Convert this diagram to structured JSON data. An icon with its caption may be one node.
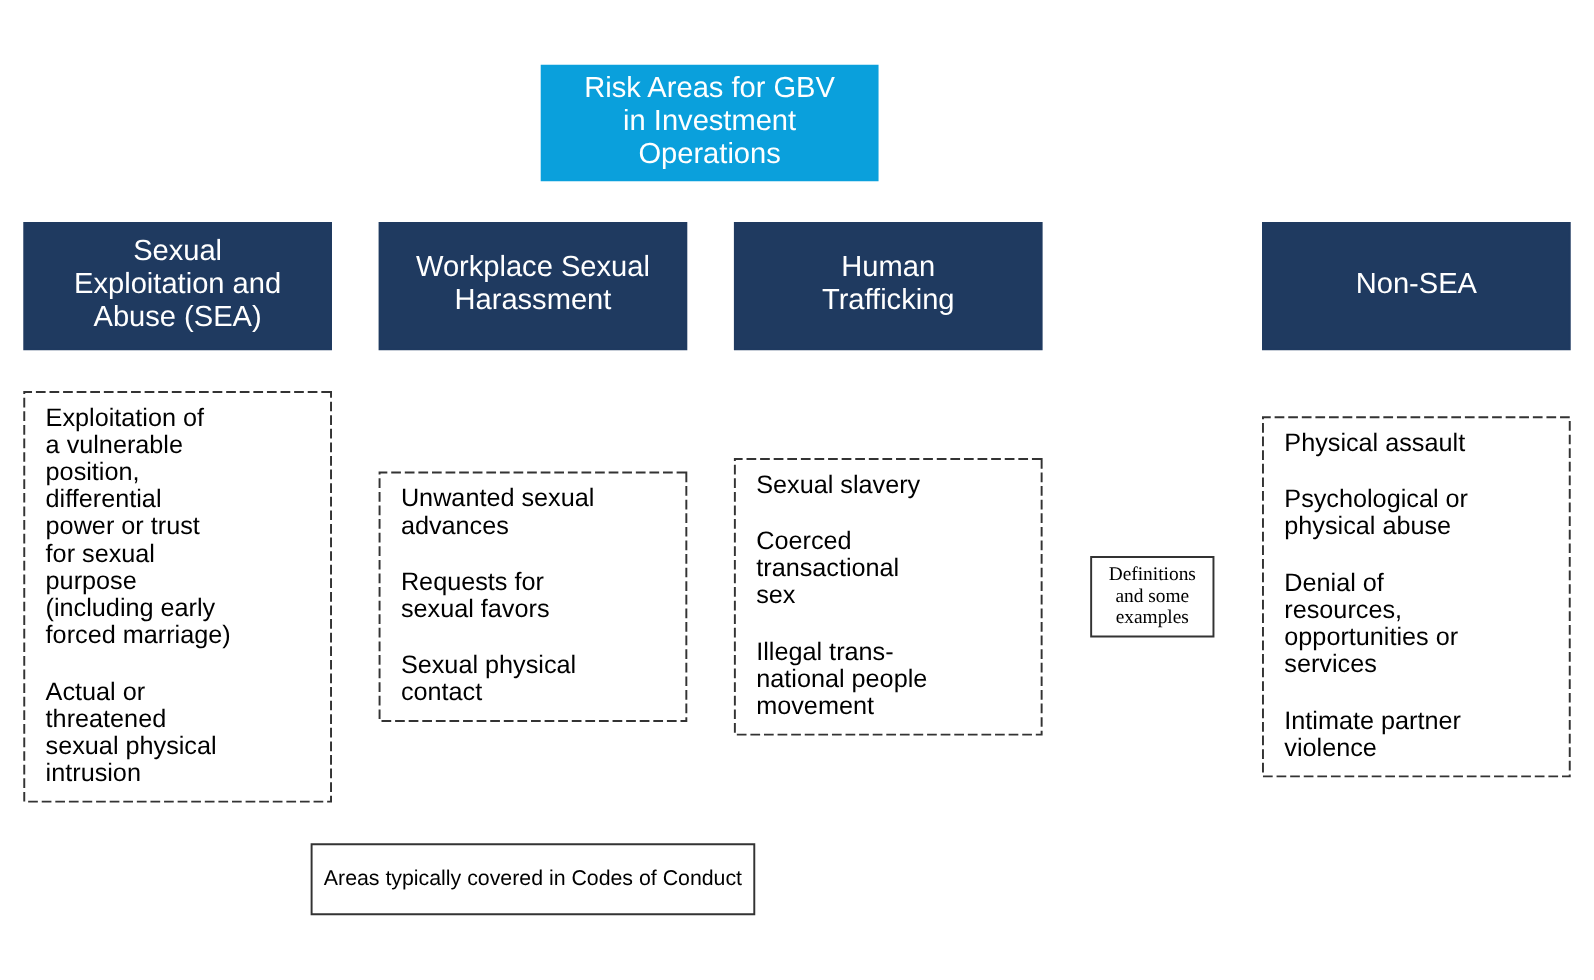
{
  "diagram": {
    "nodes": [
      {
        "text": [
          "Risk Areas for GBV in Investment Operations"
        ]
      },
      {
        "text": [
          "Sexual Exploitation and Abuse (SEA)"
        ]
      },
      {
        "text": [
          "Exploitation of a vulnerable position, differential power or trust for sexual purpose (including early forced marriage)",
          "Actual or threatened sexual physical intrusion"
        ]
      },
      {
        "text": [
          "Workplace Sexual Harassment"
        ]
      },
      {
        "text": [
          "Unwanted sexual advances",
          "Requests for sexual favors",
          "Sexual physical contact"
        ]
      },
      {
        "text": [
          "Human Trafficking"
        ]
      },
      {
        "text": [
          "Sexual slavery",
          "Coerced transactional sex",
          "Illegal trans-national people movement"
        ]
      },
      {
        "text": [
          "Non-SEA"
        ]
      },
      {
        "text": [
          "Physical assault",
          "Psychological or physical abuse",
          "Denial of resources, opportunities or services",
          "Intimate partner violence"
        ]
      },
      {
        "text": [
          "Definitions and some examples"
        ]
      },
      {
        "text": [
          "Areas typically covered in Codes of Conduct"
        ]
      }
    ]
  }
}
